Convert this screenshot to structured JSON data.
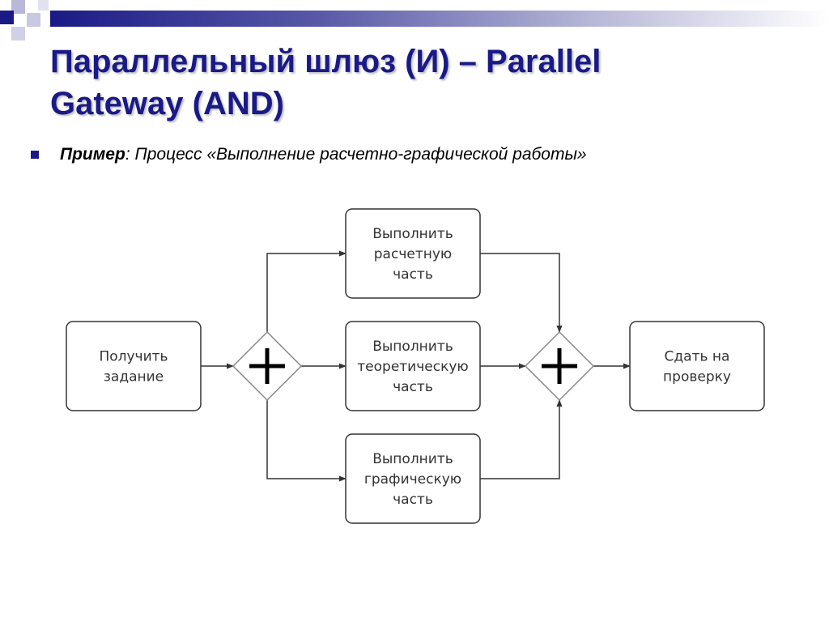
{
  "slide": {
    "title_line1": "Параллельный шлюз (И) – Parallel",
    "title_line2": "Gateway (AND)",
    "bullet_label": "Пример",
    "bullet_text": ": Процесс «Выполнение расчетно-графической работы»"
  },
  "diagram": {
    "nodes": [
      {
        "id": "get_task",
        "lines": [
          "Получить",
          "задание"
        ]
      },
      {
        "id": "calc_part",
        "lines": [
          "Выполнить",
          "расчетную",
          "часть"
        ]
      },
      {
        "id": "theory_part",
        "lines": [
          "Выполнить",
          "теоретическую",
          "часть"
        ]
      },
      {
        "id": "graphic_part",
        "lines": [
          "Выполнить",
          "графическую",
          "часть"
        ]
      },
      {
        "id": "submit",
        "lines": [
          "Сдать на",
          "проверку"
        ]
      }
    ],
    "gateways": [
      {
        "id": "split_gateway",
        "type": "parallel"
      },
      {
        "id": "join_gateway",
        "type": "parallel"
      }
    ],
    "edges": [
      {
        "from": "get_task",
        "to": "split_gateway"
      },
      {
        "from": "split_gateway",
        "to": "calc_part"
      },
      {
        "from": "split_gateway",
        "to": "theory_part"
      },
      {
        "from": "split_gateway",
        "to": "graphic_part"
      },
      {
        "from": "calc_part",
        "to": "join_gateway"
      },
      {
        "from": "theory_part",
        "to": "join_gateway"
      },
      {
        "from": "graphic_part",
        "to": "join_gateway"
      },
      {
        "from": "join_gateway",
        "to": "submit"
      }
    ]
  }
}
